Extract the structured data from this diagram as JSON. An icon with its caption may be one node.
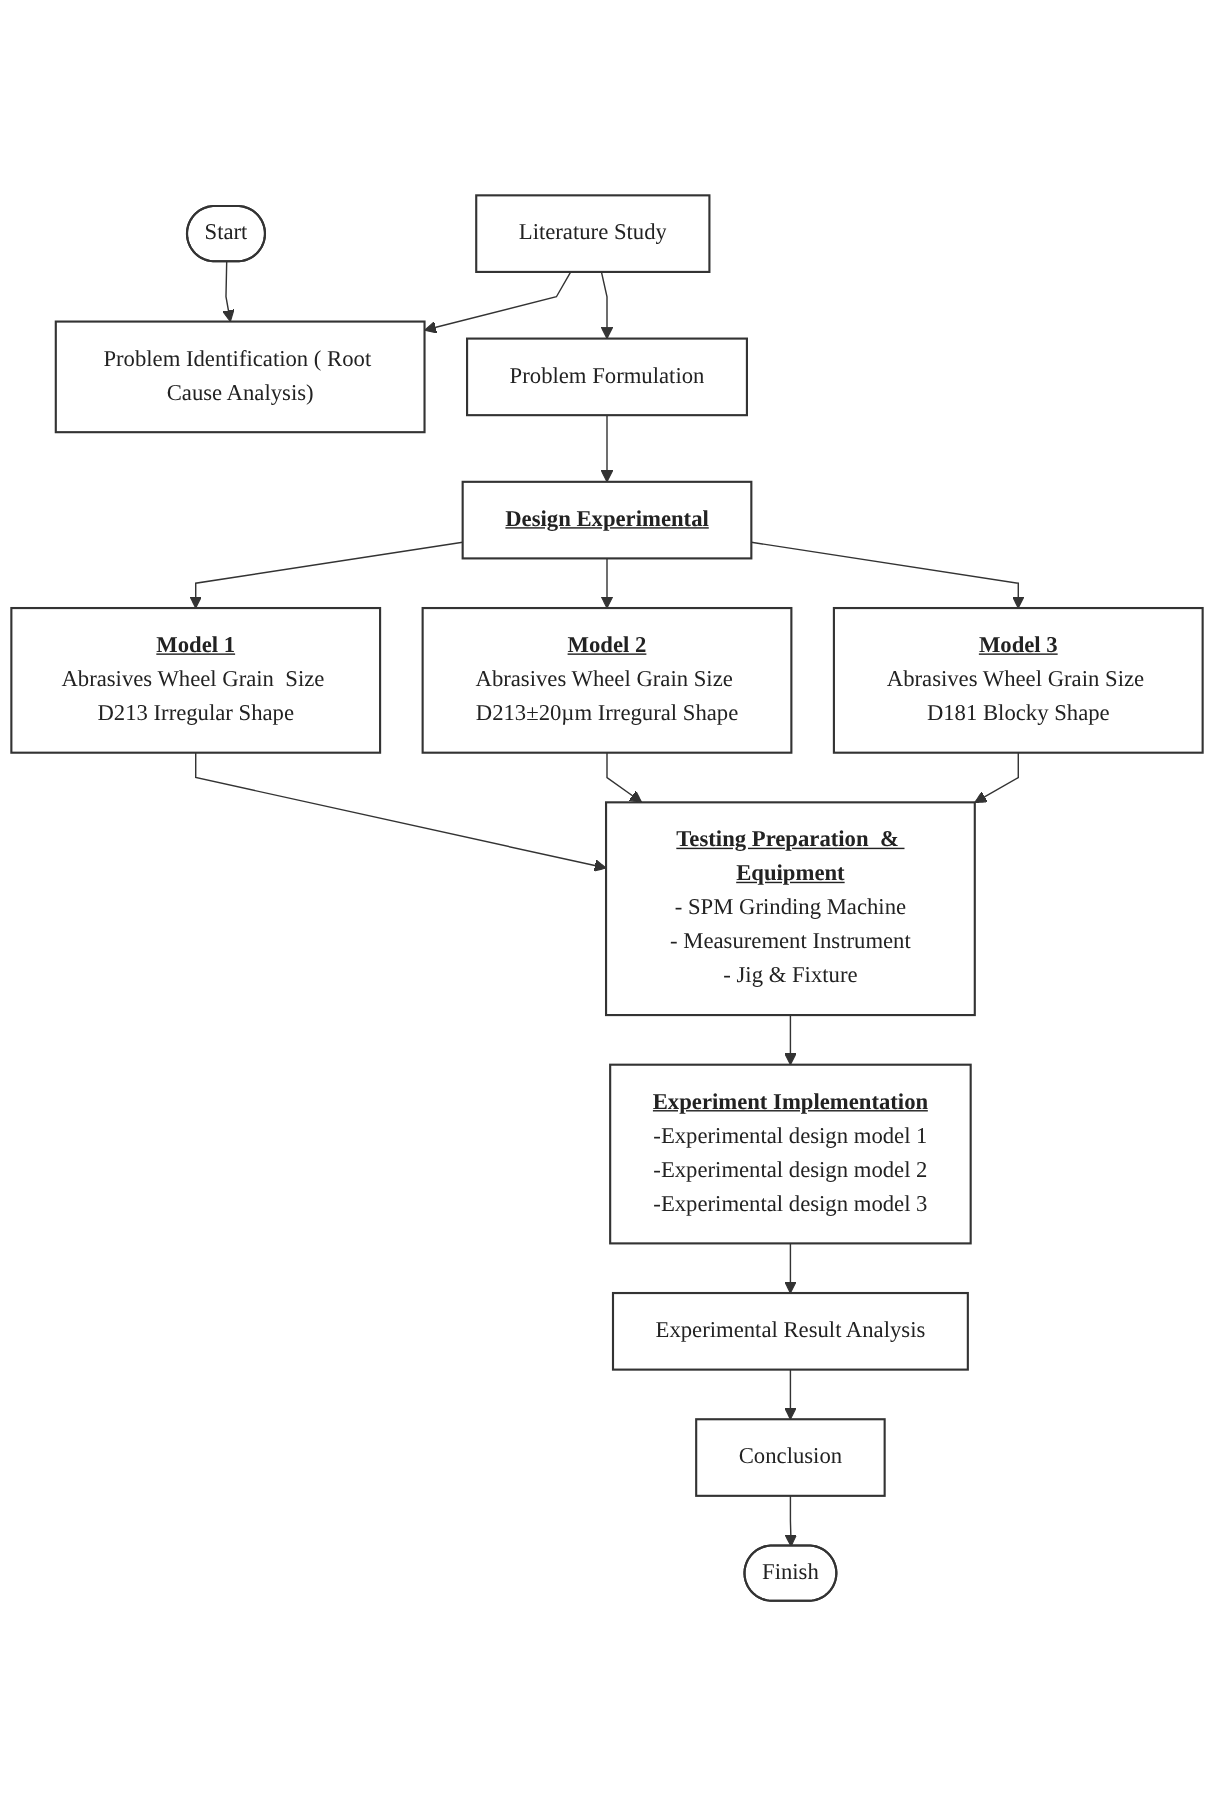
{
  "diagram": {
    "nodes": [
      {
        "text": [
          "Start"
        ]
      },
      {
        "text": [
          "Problem Identification ( Root Cause Analysis)"
        ]
      },
      {
        "text": [
          "Literature Study"
        ]
      },
      {
        "text": [
          "Problem Formulation"
        ]
      },
      {
        "text": [
          "Design Experimental"
        ]
      },
      {
        "text": [
          "Model 1",
          "Abrasives Wheel Grain  Size D213 Irregular Shape"
        ]
      },
      {
        "text": [
          "Model 2",
          "Abrasives Wheel Grain Size D213±20µm Irregural Shape"
        ]
      },
      {
        "text": [
          "Model 3",
          "Abrasives Wheel Grain Size D181 Blocky Shape"
        ]
      },
      {
        "text": [
          "Testing Preparation  & Equipment",
          "- SPM Grinding Machine",
          "- Measurement Instrument",
          "- Jig & Fixture"
        ]
      },
      {
        "text": [
          "Experiment Implementation",
          "-Experimental design model 1",
          "-Experimental design model 2",
          "-Experimental design model 3"
        ]
      },
      {
        "text": [
          "Experimental Result Analysis"
        ]
      },
      {
        "text": [
          "Conclusion"
        ]
      },
      {
        "text": [
          "Finish"
        ]
      }
    ],
    "edges": [
      {
        "from": 0,
        "to": 1,
        "arrow": "to"
      },
      {
        "from": 2,
        "to": 1,
        "arrow": "to"
      },
      {
        "from": 2,
        "to": 3,
        "arrow": "to"
      },
      {
        "from": 3,
        "to": 4,
        "arrow": "to"
      },
      {
        "from": 4,
        "to": 5,
        "arrow": "to"
      },
      {
        "from": 4,
        "to": 6,
        "arrow": "to"
      },
      {
        "from": 4,
        "to": 7,
        "arrow": "to"
      },
      {
        "from": 5,
        "to": 8,
        "arrow": "to"
      },
      {
        "from": 6,
        "to": 8,
        "arrow": "to"
      },
      {
        "from": 7,
        "to": 8,
        "arrow": "to"
      },
      {
        "from": 8,
        "to": 9,
        "arrow": "to"
      },
      {
        "from": 9,
        "to": 10,
        "arrow": "to"
      },
      {
        "from": 10,
        "to": 11,
        "arrow": "to"
      },
      {
        "from": 11,
        "to": 12,
        "arrow": "to"
      }
    ]
  }
}
